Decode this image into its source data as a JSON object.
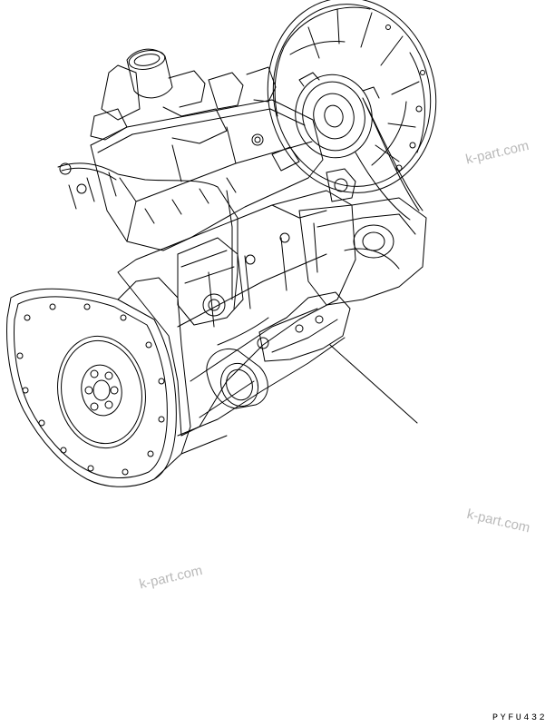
{
  "watermarks": [
    "k-part.com",
    "k-part.com",
    "k-part.com"
  ],
  "figure_code": "PYFU432"
}
